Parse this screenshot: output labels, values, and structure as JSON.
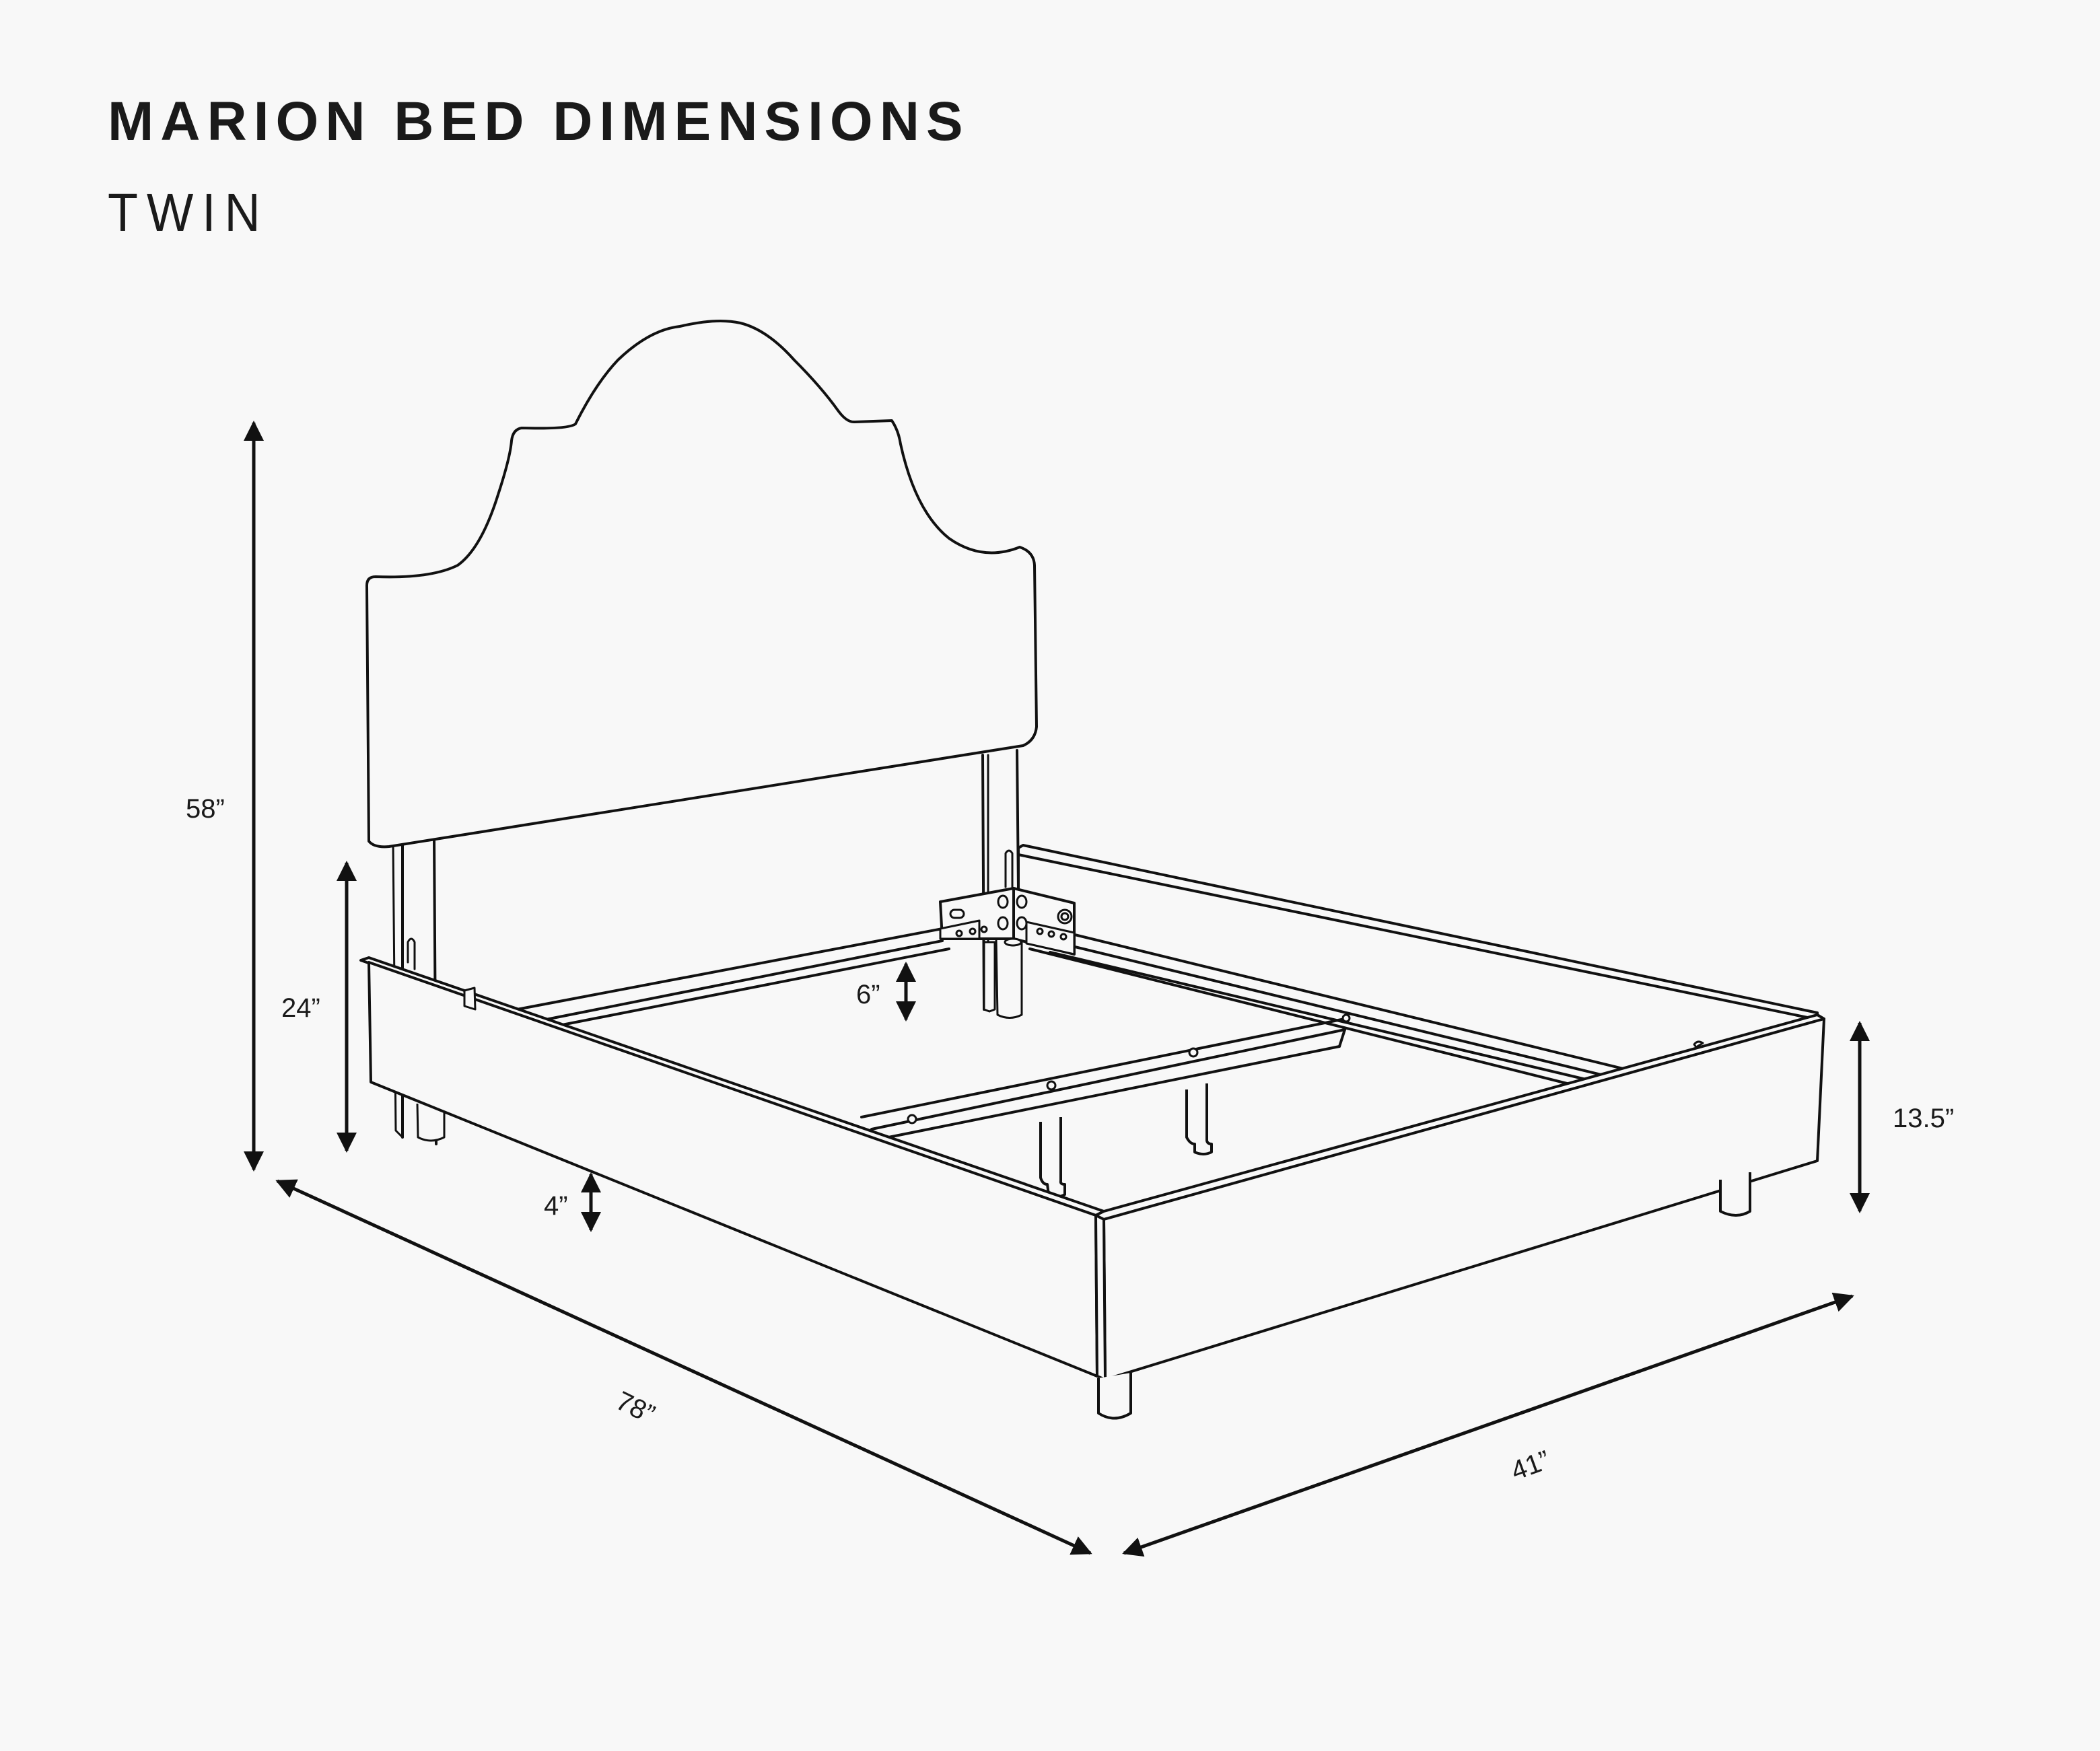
{
  "header": {
    "title": "MARION BED DIMENSIONS",
    "size": "TWIN"
  },
  "colors": {
    "background": "#f8f8f8",
    "ink": "#1a1a1a"
  },
  "dimensions": {
    "total_height": "58”",
    "headboard_clearance": "24”",
    "center_support_height": "6”",
    "leg_height": "4”",
    "rail_height": "13.5”",
    "length": "78”",
    "width": "41”"
  },
  "illustration": {
    "subject": "isometric line drawing of twin bed frame with arched headboard, side rails, center support rail with legs, and four corner legs"
  }
}
